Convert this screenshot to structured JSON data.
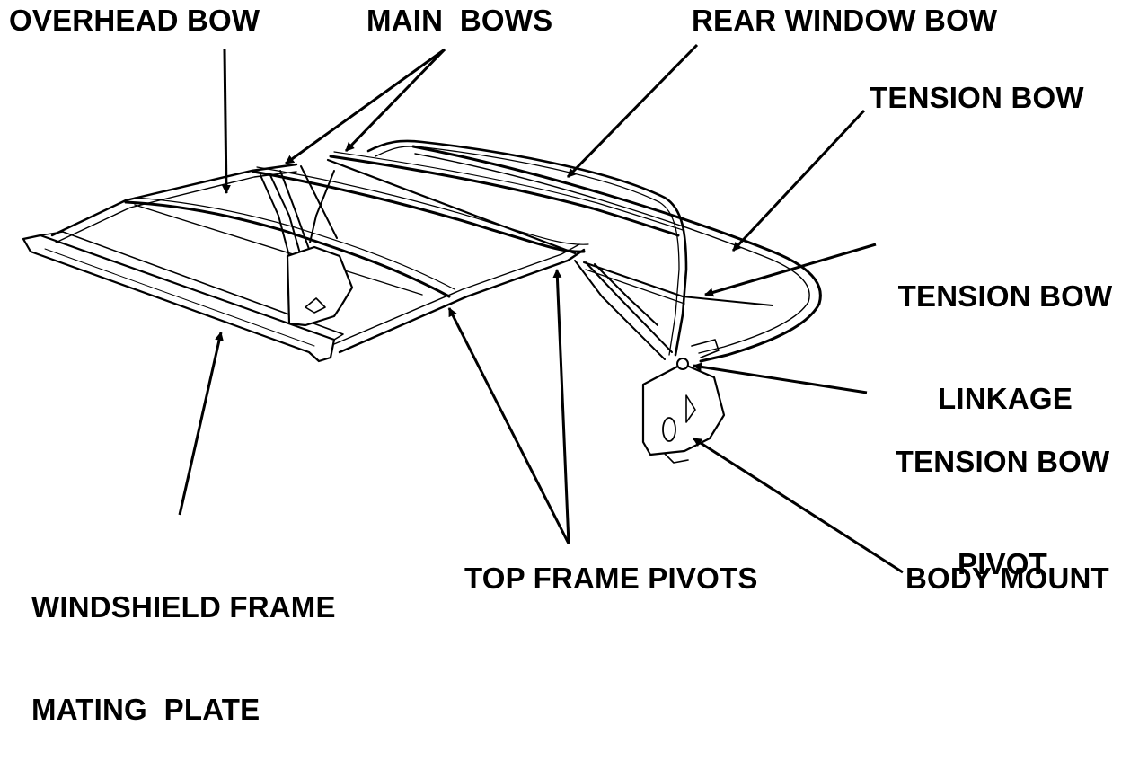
{
  "labels": {
    "overhead_bow": "OVERHEAD BOW",
    "main_bows": "MAIN  BOWS",
    "rear_window_bow": "REAR WINDOW BOW",
    "tension_bow": "TENSION BOW",
    "tension_bow_linkage_line1": "TENSION BOW",
    "tension_bow_linkage_line2": "LINKAGE",
    "tension_bow_pivot_line1": "TENSION BOW",
    "tension_bow_pivot_line2": "PIVOT",
    "windshield_line1": "WINDSHIELD FRAME",
    "windshield_line2": "MATING  PLATE",
    "top_frame_pivots": "TOP FRAME PIVOTS",
    "body_mount": "BODY MOUNT"
  },
  "colors": {
    "ink": "#000000",
    "paper": "#ffffff"
  }
}
